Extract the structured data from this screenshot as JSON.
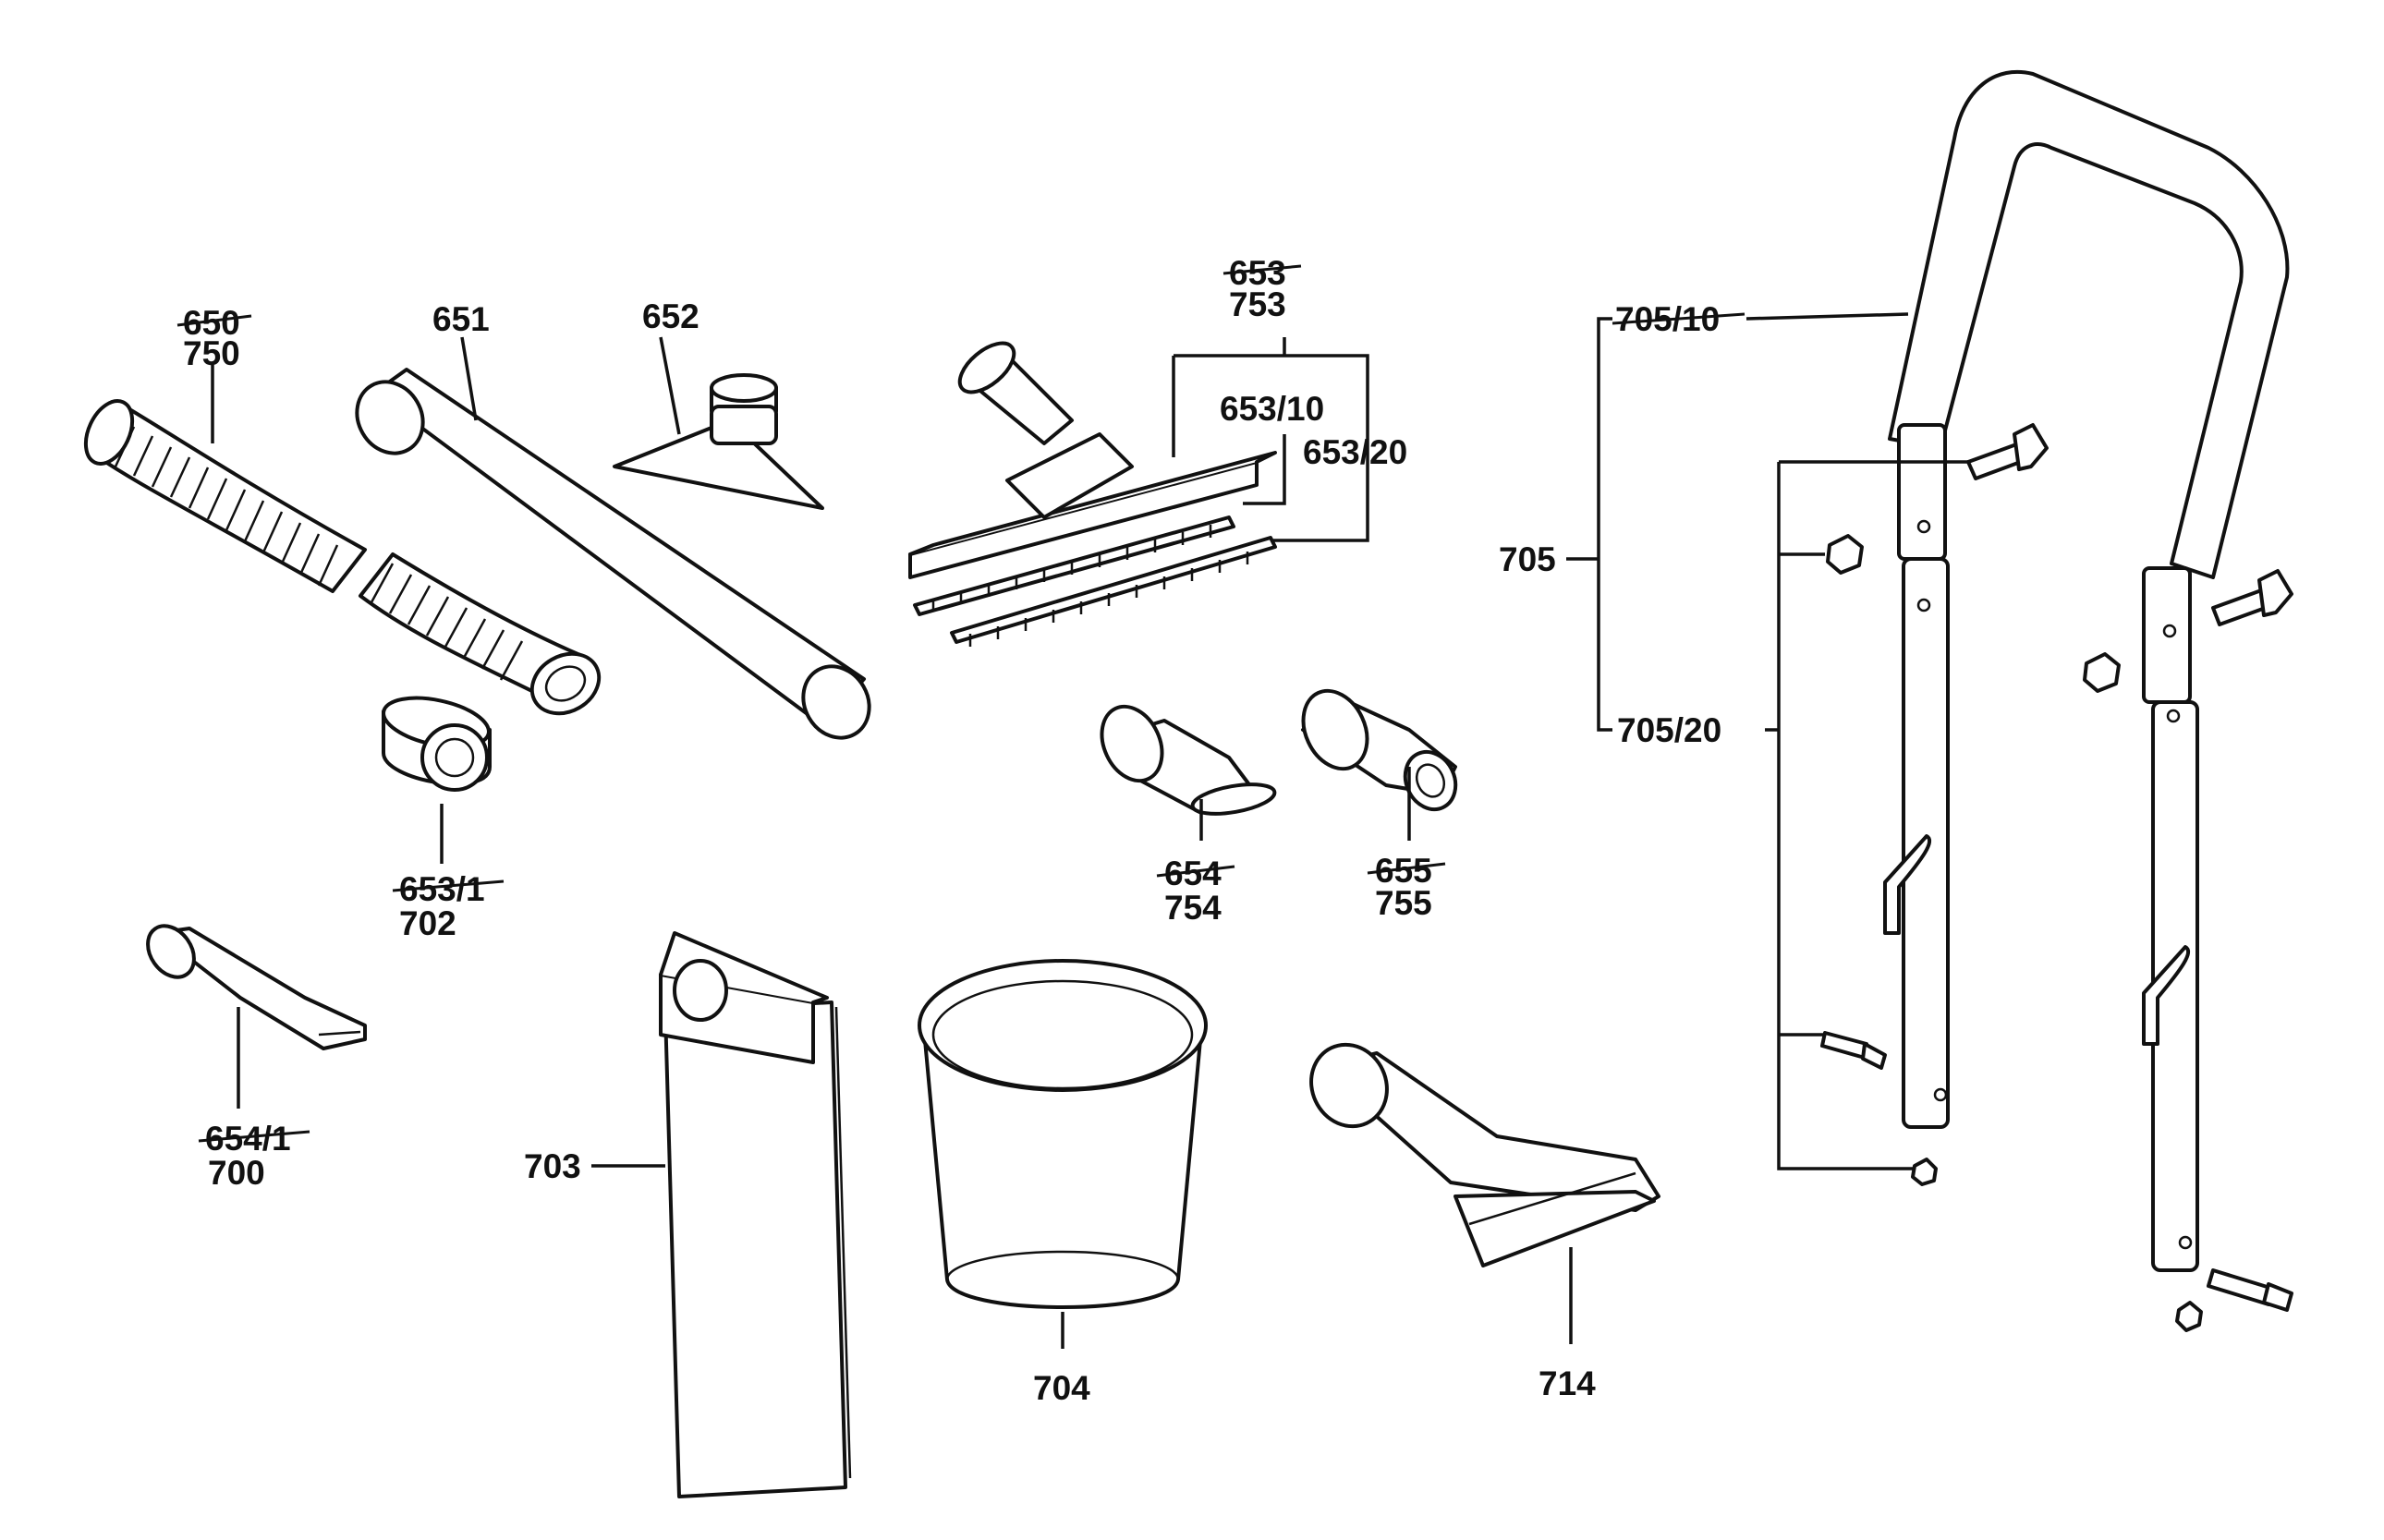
{
  "labels": {
    "l650": "650",
    "l750": "750",
    "l651": "651",
    "l652": "652",
    "l653": "653",
    "l753": "753",
    "l653_10": "653/10",
    "l653_20": "653/20",
    "l653_1": "653/1",
    "l702": "702",
    "l654": "654",
    "l754": "754",
    "l655": "655",
    "l755": "755",
    "l654_1": "654/1",
    "l700": "700",
    "l703": "703",
    "l704": "704",
    "l714": "714",
    "l705": "705",
    "l705_10": "705/10",
    "l705_20": "705/20"
  }
}
